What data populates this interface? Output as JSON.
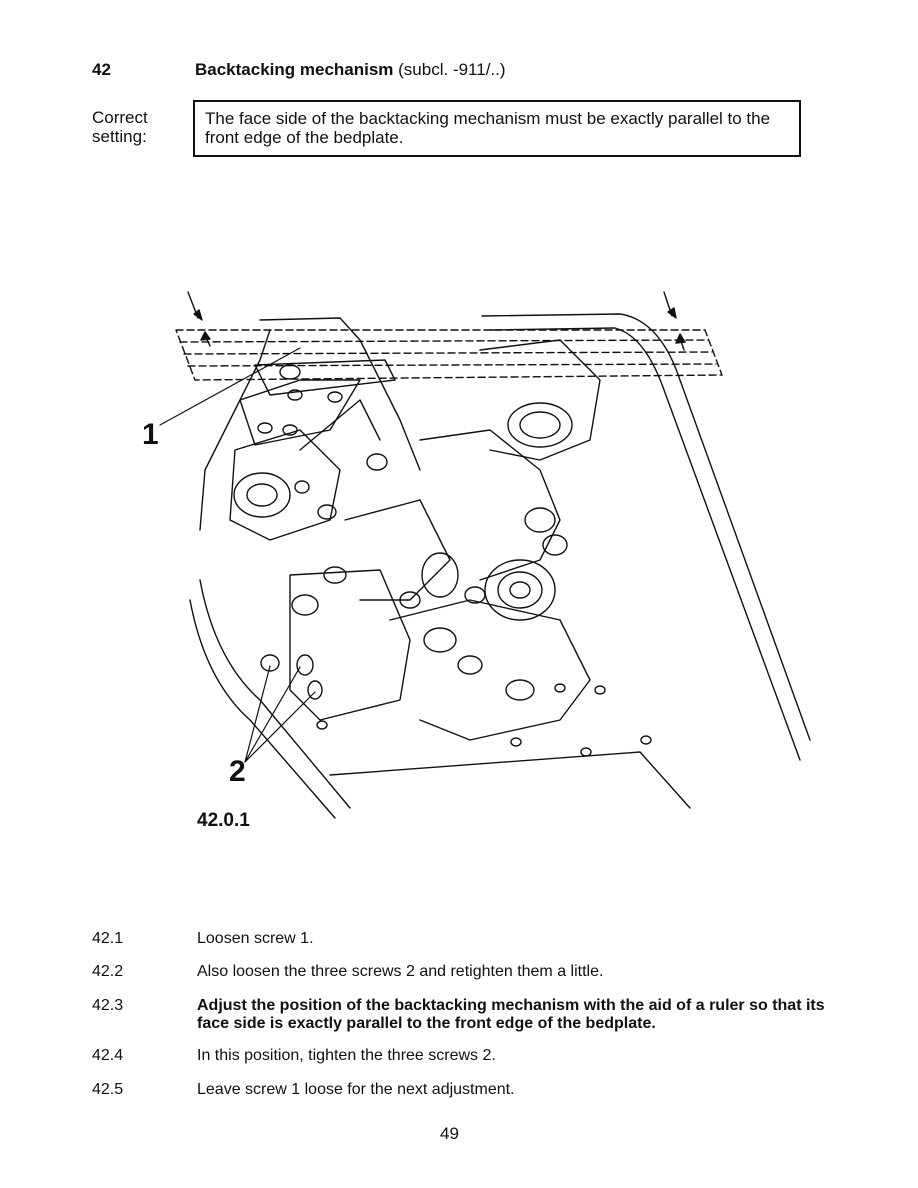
{
  "header": {
    "section_number": "42",
    "title_bold": "Backtacking mechanism",
    "title_rest": " (subcl. -911/..)"
  },
  "setting": {
    "label_line1": "Correct",
    "label_line2": "setting:",
    "text": "The face side of the backtacking mechanism must be exactly parallel to the front edge of the bedplate."
  },
  "figure": {
    "callout_1": "1",
    "callout_2": "2",
    "caption": "42.0.1"
  },
  "steps": [
    {
      "num": "42.1",
      "text": "Loosen screw 1."
    },
    {
      "num": "42.2",
      "text": "Also loosen the three screws 2 and retighten them a little."
    },
    {
      "num": "42.3",
      "text": "Adjust the position of the backtacking mechanism with the aid of a ruler so that its face side is exactly parallel to the front edge of the bedplate."
    },
    {
      "num": "42.4",
      "text": "In this position, tighten the three screws 2."
    },
    {
      "num": "42.5",
      "text": "Leave screw 1 loose for the next adjustment."
    }
  ],
  "footer": {
    "page_number": "49"
  }
}
